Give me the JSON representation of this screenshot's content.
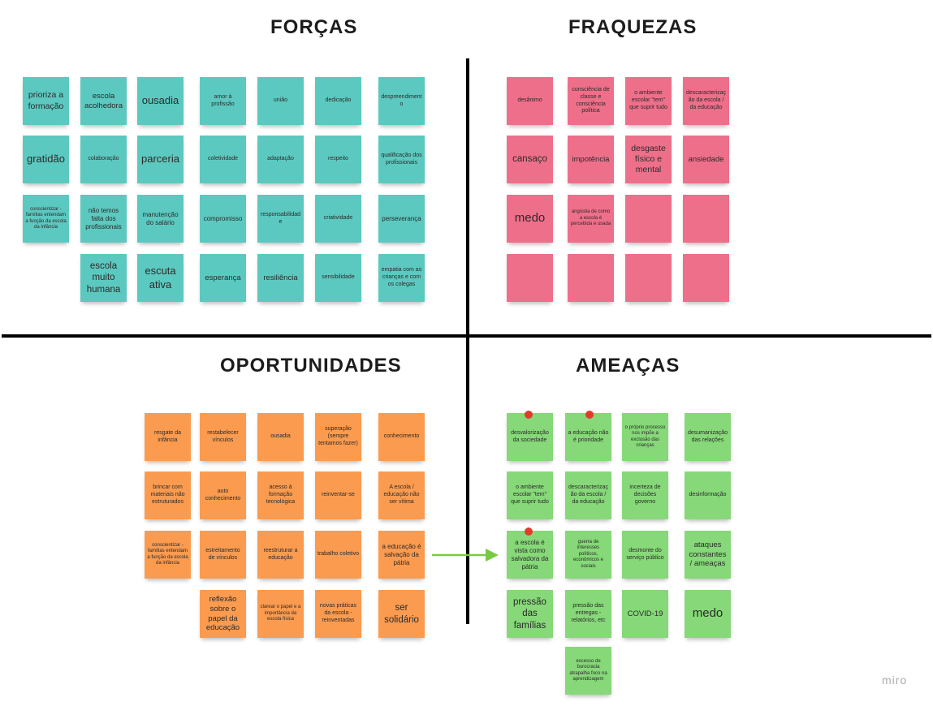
{
  "quadrants": {
    "forcas": "FORÇAS",
    "fraquezas": "FRAQUEZAS",
    "oportunidades": "OPORTUNIDADES",
    "ameacas": "AMEAÇAS"
  },
  "forcas": {
    "n1": "prioriza a formação",
    "n2": "escola acolhedora",
    "n3": "ousadia",
    "n4": "amor à profissão",
    "n5": "união",
    "n6": "dedicação",
    "n7": "despreendimento",
    "n8": "gratidão",
    "n9": "colaboração",
    "n10": "parceria",
    "n11": "coletividade",
    "n12": "adaptação",
    "n13": "respeito",
    "n14": "qualificação dos profissionais",
    "n15": "conscientizar - famílias entendam a função da escola da infância",
    "n16": "não temos falta dos profissionais",
    "n17": "manutenção do salário",
    "n18": "compromisso",
    "n19": "responsabilidade",
    "n20": "criatividade",
    "n21": "perseverança",
    "n22": "escola muito humana",
    "n23": "escuta ativa",
    "n24": "esperança",
    "n25": "resiliência",
    "n26": "sensibilidade",
    "n27": "empatia com as crianças e com os colegas"
  },
  "fraquezas": {
    "n1": "desânimo",
    "n2": "consciência de classe e consciência política",
    "n3": "o ambiente escolar \"tem\" que suprir tudo",
    "n4": "descaracterização da escola / da educação",
    "n5": "cansaço",
    "n6": "impotência",
    "n7": "desgaste físico e mental",
    "n8": "ansiedade",
    "n9": "medo",
    "n10": "angústia de como a escola é percebida e usada"
  },
  "oportunidades": {
    "n1": "resgate da infância",
    "n2": "restabelecer vínculos",
    "n3": "ousadia",
    "n4": "superação (sempre tentamos fazer)",
    "n5": "conhecimento",
    "n6": "brincar com materiais não estruturados",
    "n7": "auto conhecimento",
    "n8": "acesso à formação tecnológica",
    "n9": "reinventar-se",
    "n10": "A escola / educação não ser vítima",
    "n11": "conscientizar - famílias entendam a função da escola da infância",
    "n12": "estreitamento de vínculos",
    "n13": "reestruturar a educação",
    "n14": "trabalho coletivo",
    "n15": "a educação é salvação da pátria",
    "n16": "reflexão sobre o papel da educação",
    "n17": "clarear o papel e a importância da escola física",
    "n18": "novas práticas da escola - reinventadas",
    "n19": "ser solidário"
  },
  "ameacas": {
    "n1": "desvalorização da sociedade",
    "n2": "a educação não é prioridade",
    "n3": "o próprio processo nos impõe a exclusão das crianças",
    "n4": "desumanização das relações",
    "n5": "o ambiente escolar \"tem\" que suprir tudo",
    "n6": "descaracterização da escola / da educação",
    "n7": "incerteza de decisões governo",
    "n8": "desinformação",
    "n9": "a escola é vista como salvadora da pátria",
    "n10": "guerra de interesses políticos, econômicos e sociais",
    "n11": "desmonte do serviço público",
    "n12": "ataques constantes / ameaças",
    "n13": "pressão das famílias",
    "n14": "pressão das entregas - relatórios, etc",
    "n15": "COVID-19",
    "n16": "medo",
    "n17": "excesso de burocracia atrapalha foco na aprendizagem"
  },
  "colors": {
    "teal": "#5cc9c0",
    "pink": "#ee6f8a",
    "orange": "#fb9b4f",
    "green": "#86d878",
    "arrow": "#7ac943",
    "dot": "#e23b2b"
  },
  "brand": "miro"
}
